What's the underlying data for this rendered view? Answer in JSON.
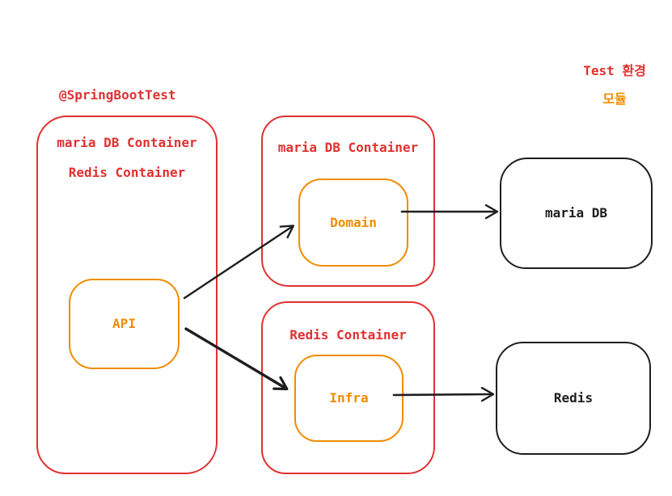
{
  "colors": {
    "red": "#e03131",
    "orange": "#f08c00",
    "ink": "#1e1e1e",
    "background": "#ffffff"
  },
  "annotations": {
    "spring_boot_test": "@SpringBootTest",
    "test_env": "Test 환경",
    "module": "모듈"
  },
  "left_container": {
    "line1": "maria DB Container",
    "line2": "Redis Container"
  },
  "domain_container": {
    "title": "maria DB Container"
  },
  "infra_container": {
    "title": "Redis Container"
  },
  "nodes": {
    "api": {
      "label": "API"
    },
    "domain": {
      "label": "Domain"
    },
    "infra": {
      "label": "Infra"
    },
    "maria_db": {
      "label": "maria DB"
    },
    "redis": {
      "label": "Redis"
    }
  },
  "edges": [
    {
      "from": "API",
      "to": "Domain"
    },
    {
      "from": "API",
      "to": "Infra"
    },
    {
      "from": "Domain",
      "to": "maria DB"
    },
    {
      "from": "Infra",
      "to": "Redis"
    }
  ]
}
